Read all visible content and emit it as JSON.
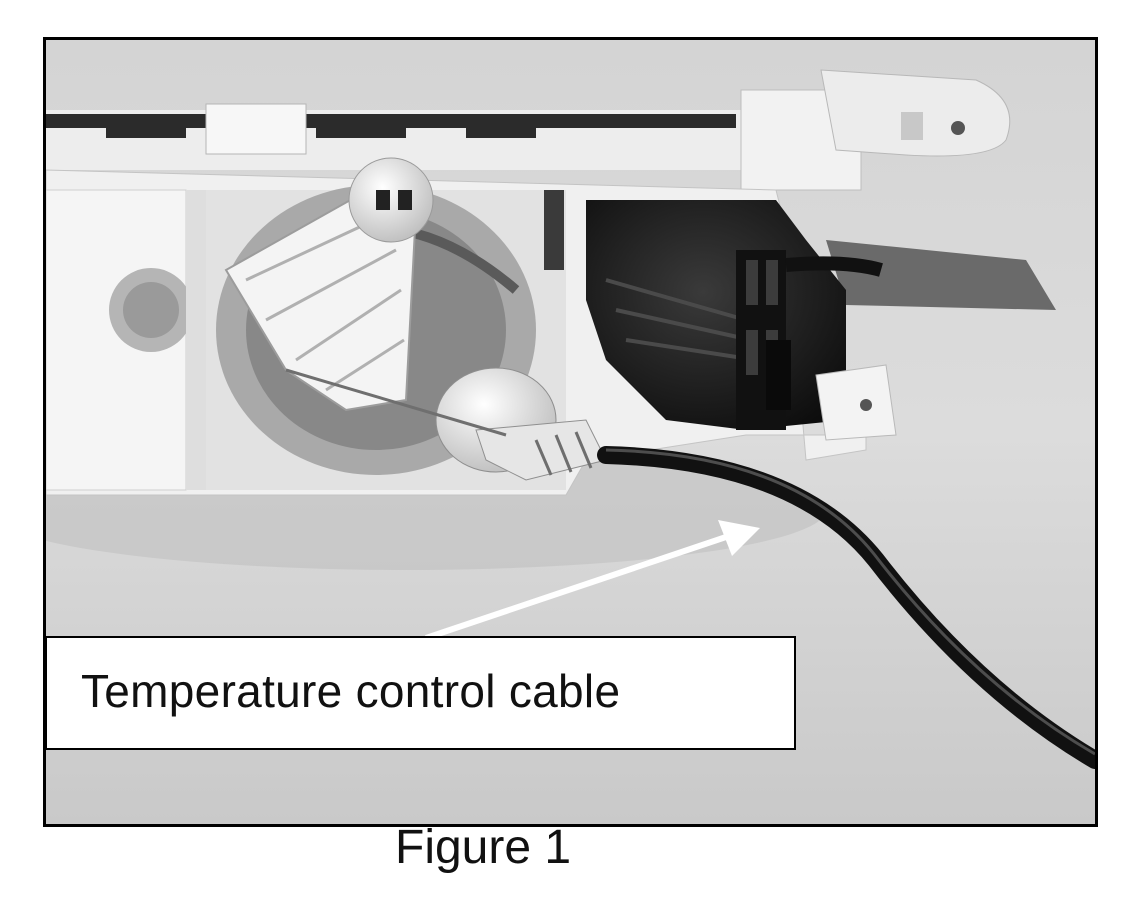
{
  "photo": {
    "subject": "HVAC control head with cable attached",
    "annotation": {
      "label": "Temperature control cable",
      "arrow_color": "#ffffff"
    }
  },
  "caption": "Figure 1"
}
